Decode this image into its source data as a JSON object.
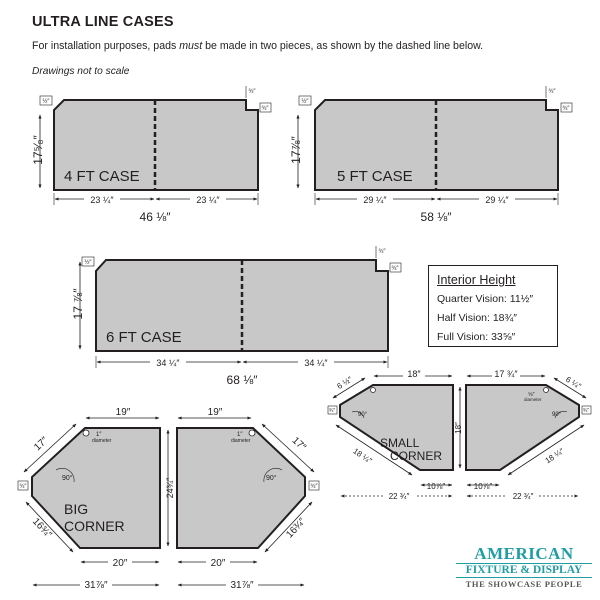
{
  "header": {
    "title": "ULTRA LINE CASES",
    "intro_before": "For installation purposes, pads ",
    "intro_em": "must",
    "intro_after": " be made in two pieces, as shown by the dashed line below.",
    "scale_note": "Drawings not to scale"
  },
  "cases": {
    "four_ft": {
      "label": "4 FT CASE",
      "height": "17⁵⁄₈″",
      "left": "23 ¼″",
      "right": "23 ¼″",
      "total": "46 ⅛″",
      "notch_top": "½″",
      "notch_right_top": "¾″",
      "notch_right_side": "¾″"
    },
    "five_ft": {
      "label": "5 FT CASE",
      "height": "17⅞″",
      "left": "29 ¼″",
      "right": "29 ¼″",
      "total": "58 ⅛″",
      "notch_top": "½″",
      "notch_right_top": "¾″",
      "notch_right_side": "¾″"
    },
    "six_ft": {
      "label": "6 FT CASE",
      "height": "17 ⅞″",
      "left": "34 ¼″",
      "right": "34 ¼″",
      "total": "68 ⅛″",
      "notch_top": "½″",
      "notch_right_top": "¾″",
      "notch_right_side": "¾″"
    }
  },
  "interior_height": {
    "title": "Interior Height",
    "quarter": "Quarter Vision: 11½″",
    "half": "Half Vision: 18¾″",
    "full": "Full Vision: 33⅝″"
  },
  "big_corner": {
    "label_line1": "BIG",
    "label_line2": "CORNER",
    "top": "19″",
    "diag": "17″",
    "hole": "1″",
    "hole_word": "diameter",
    "angle": "90°",
    "height": "24¾″",
    "side": "16¾″",
    "bottom": "20″",
    "total": "31⅞″",
    "edge": "¾″"
  },
  "small_corner": {
    "label_line1": "SMALL",
    "label_line2": "CORNER",
    "top": "18″",
    "top_right": "17 ¾″",
    "diag": "6 ½″",
    "diag_right": "6 ¼″",
    "hole": "⅝″",
    "hole_word": "diameter",
    "angle": "90°",
    "height": "18″",
    "side": "18 ¼″",
    "inner": "10⅞″",
    "total": "22 ¾″",
    "edge": "¾″"
  },
  "logo": {
    "line1": "AMERICAN",
    "line2": "FIXTURE & DISPLAY",
    "line3": "THE SHOWCASE PEOPLE"
  },
  "colors": {
    "pad_fill": "#c8c8c8",
    "outline": "#231f20",
    "logo_teal": "#1f9da3"
  }
}
